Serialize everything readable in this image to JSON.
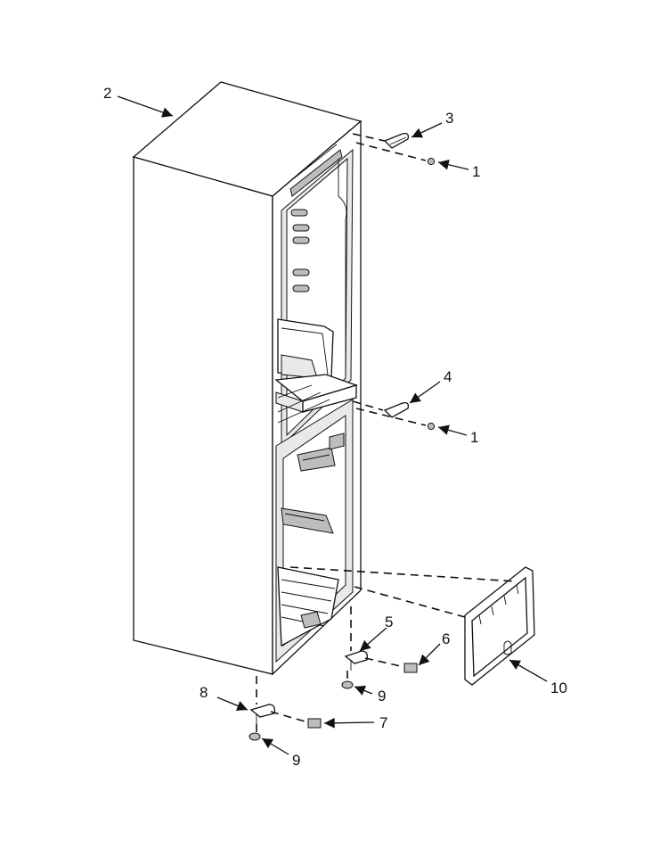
{
  "callouts": [
    {
      "id": "c2",
      "label": "2"
    },
    {
      "id": "c3",
      "label": "3"
    },
    {
      "id": "c1a",
      "label": "1"
    },
    {
      "id": "c4",
      "label": "4"
    },
    {
      "id": "c1b",
      "label": "1"
    },
    {
      "id": "c5",
      "label": "5"
    },
    {
      "id": "c6",
      "label": "6"
    },
    {
      "id": "c9a",
      "label": "9"
    },
    {
      "id": "c10",
      "label": "10"
    },
    {
      "id": "c8",
      "label": "8"
    },
    {
      "id": "c7",
      "label": "7"
    },
    {
      "id": "c9b",
      "label": "9"
    }
  ]
}
